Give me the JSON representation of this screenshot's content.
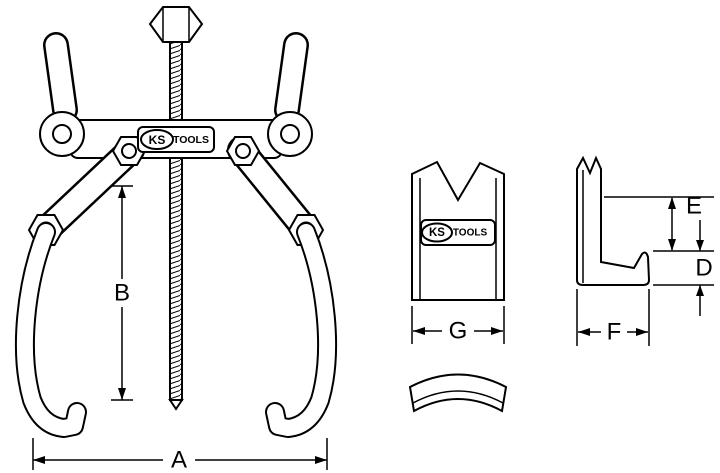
{
  "drawing": {
    "colors": {
      "line": "#000000",
      "background": "#ffffff"
    },
    "logo": {
      "ks": "KS",
      "tools": "TOOLS"
    },
    "dimension_labels": {
      "a": "A",
      "b": "B",
      "d": "D",
      "e": "E",
      "f": "F",
      "g": "G"
    }
  }
}
